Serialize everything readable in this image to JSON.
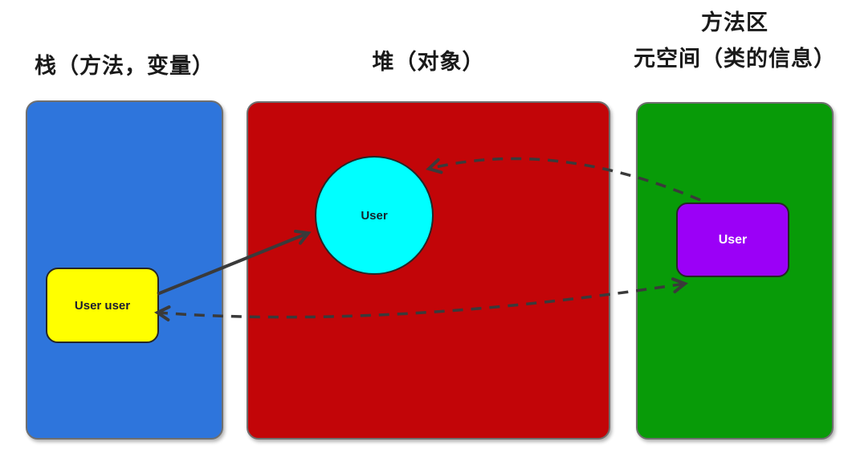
{
  "titles": {
    "stack": "栈（方法，变量）",
    "heap": "堆（对象）",
    "metaspace_line1": "方法区",
    "metaspace_line2": "元空间（类的信息）"
  },
  "labels": {
    "stack_item": "User user",
    "heap_item": "User",
    "metaspace_item": "User"
  },
  "colors": {
    "stack_bg": "#2E75DC",
    "heap_bg": "#C20508",
    "meta_bg": "#089B08",
    "stack_item_bg": "#FFFF00",
    "stack_item_text": "#1B1B30",
    "heap_item_bg": "#00FFFF",
    "heap_item_text": "#14222B",
    "meta_item_bg": "#9B00F7",
    "meta_item_text": "#FFFFFF",
    "arrow": "#3A3A3A"
  },
  "arrows": [
    {
      "from": "stack-variable",
      "to": "heap-object",
      "style": "solid",
      "heads": "end"
    },
    {
      "from": "metaspace-class",
      "to": "heap-object",
      "style": "dashed",
      "heads": "end"
    },
    {
      "from": "stack-variable",
      "to": "metaspace-class",
      "style": "dashed",
      "heads": "both"
    }
  ]
}
